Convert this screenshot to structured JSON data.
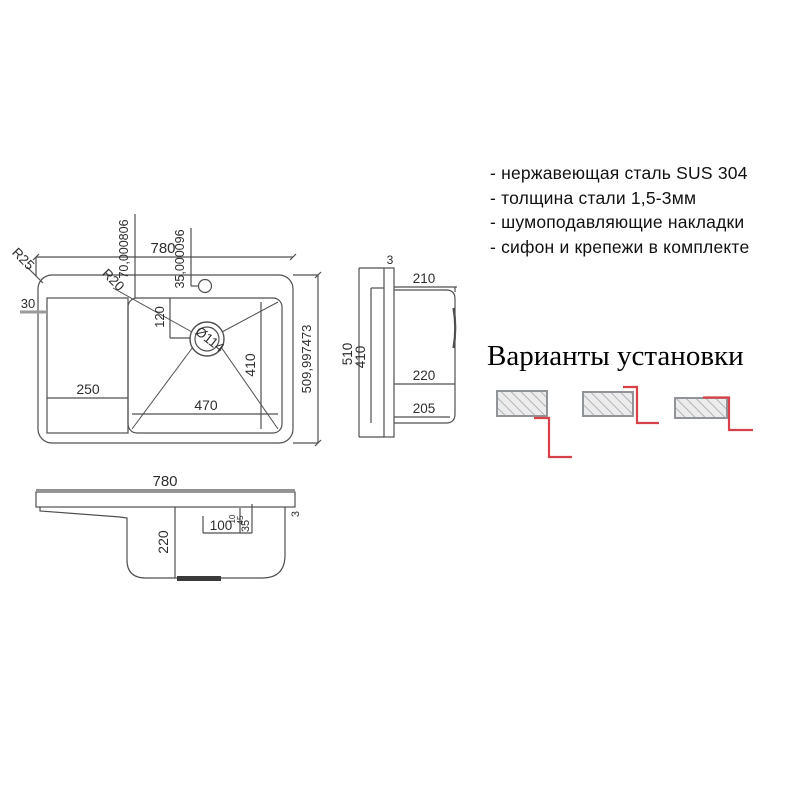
{
  "drawing": {
    "top_view": {
      "width": "780",
      "height": "509,997473",
      "faucet_offset_x": "70,000806",
      "faucet_offset_y": "35,000096",
      "outer_corner_radius": "R25",
      "bowl_corner_radius": "R20",
      "rim_offset": "30",
      "drain_from_top": "120",
      "drain_diameter": "Ø114",
      "bowl_inner_depth": "410",
      "bowl_inner_width": "470",
      "wing_width": "250"
    },
    "side_view": {
      "flange_thickness": "3",
      "total_depth": "510",
      "inner_depth": "410",
      "top_width": "210",
      "mid_width": "220",
      "bottom_width": "205"
    },
    "front_view": {
      "width": "780",
      "bowl_height": "220",
      "drain_offset": "100",
      "dim_small_a": "10",
      "dim_small_b": "45",
      "dim_small_c": "35",
      "edge_thickness": "3"
    }
  },
  "features": [
    "- нержавеющая сталь SUS 304",
    "- толщина стали 1,5-3мм",
    "- шумоподавляющие накладки",
    "- сифон и крепежи в комплекте"
  ],
  "installation": {
    "title": "Варианты установки",
    "options": [
      "undermount-diagram",
      "flush-mount-diagram",
      "overmount-diagram"
    ]
  },
  "colors": {
    "line": "#4f4f4f",
    "accent_red": "#d8404a",
    "hatch_border": "#909498",
    "hatch_fill": "#ececec"
  }
}
